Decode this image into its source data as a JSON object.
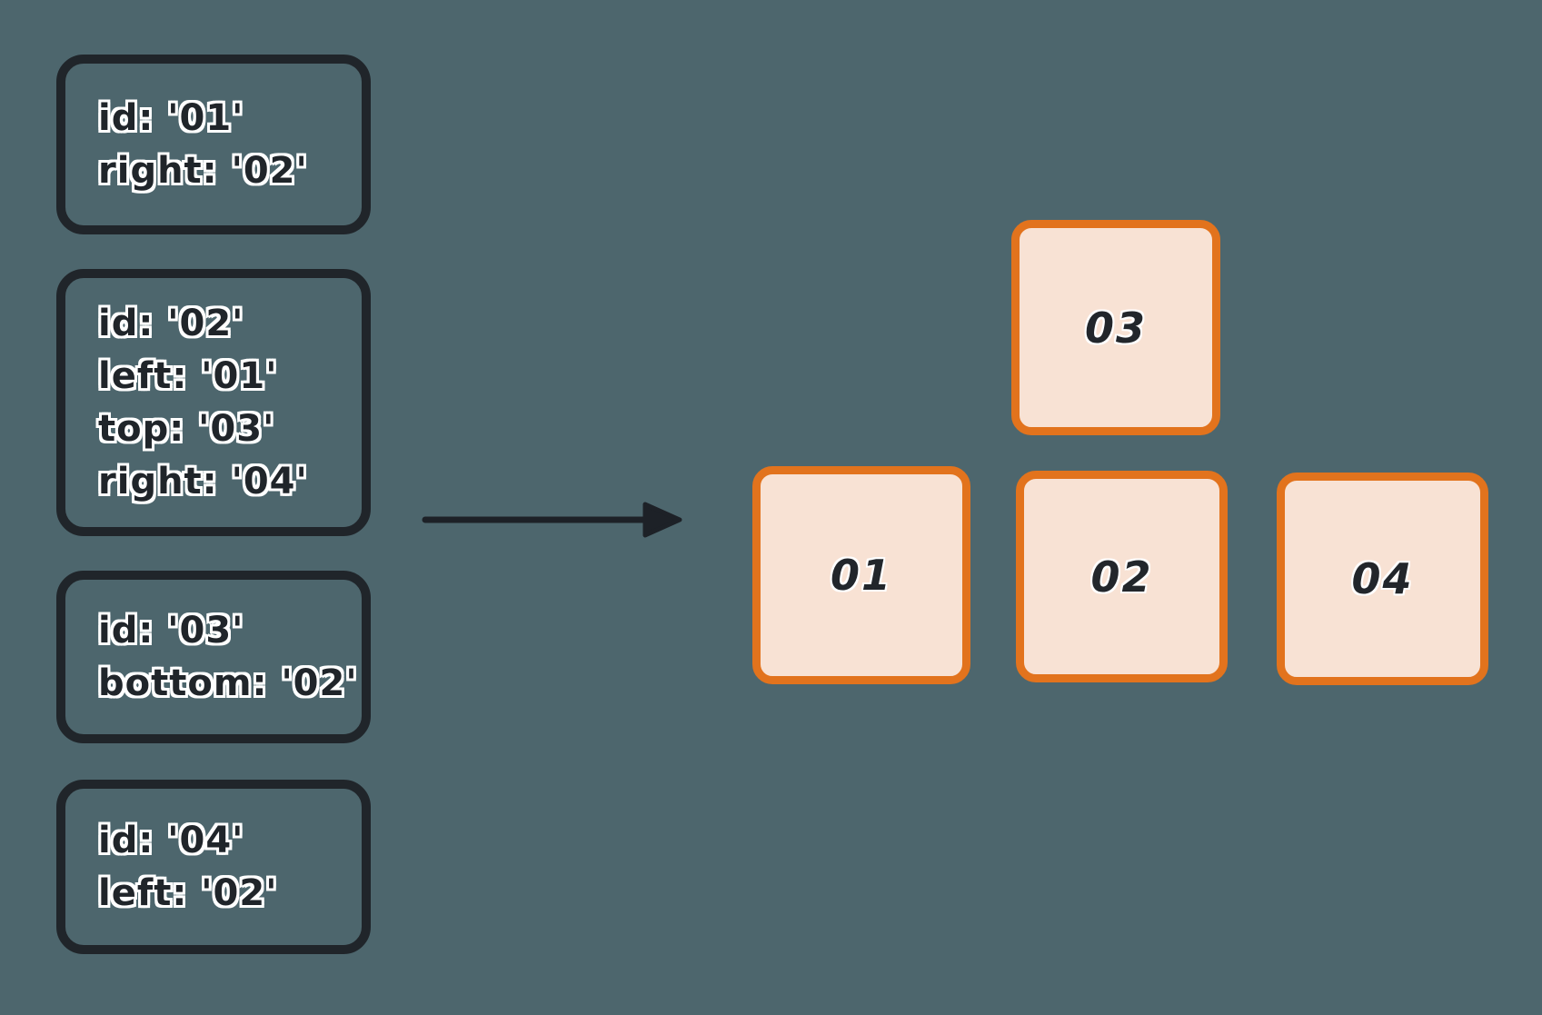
{
  "diagram": {
    "definition_cards": [
      {
        "name": "card-01",
        "lines": [
          "id: '01'",
          "right: '02'"
        ]
      },
      {
        "name": "card-02",
        "lines": [
          "id: '02'",
          "left: '01'",
          "top: '03'",
          "right: '04'"
        ]
      },
      {
        "name": "card-03",
        "lines": [
          "id: '03'",
          "bottom: '02'"
        ]
      },
      {
        "name": "card-04",
        "lines": [
          "id: '04'",
          "left: '02'"
        ]
      }
    ],
    "arrow": {
      "direction": "right"
    },
    "nodes": [
      {
        "id": "03",
        "label": "03"
      },
      {
        "id": "01",
        "label": "01"
      },
      {
        "id": "02",
        "label": "02"
      },
      {
        "id": "04",
        "label": "04"
      }
    ],
    "colors": {
      "background": "#4D666D",
      "card_border": "#20252A",
      "card_text": "#20252A",
      "text_halo": "#FFFFFF",
      "node_fill": "#F8E2D4",
      "node_border": "#E2731D",
      "node_text": "#22262B",
      "arrow": "#1D2127"
    }
  }
}
